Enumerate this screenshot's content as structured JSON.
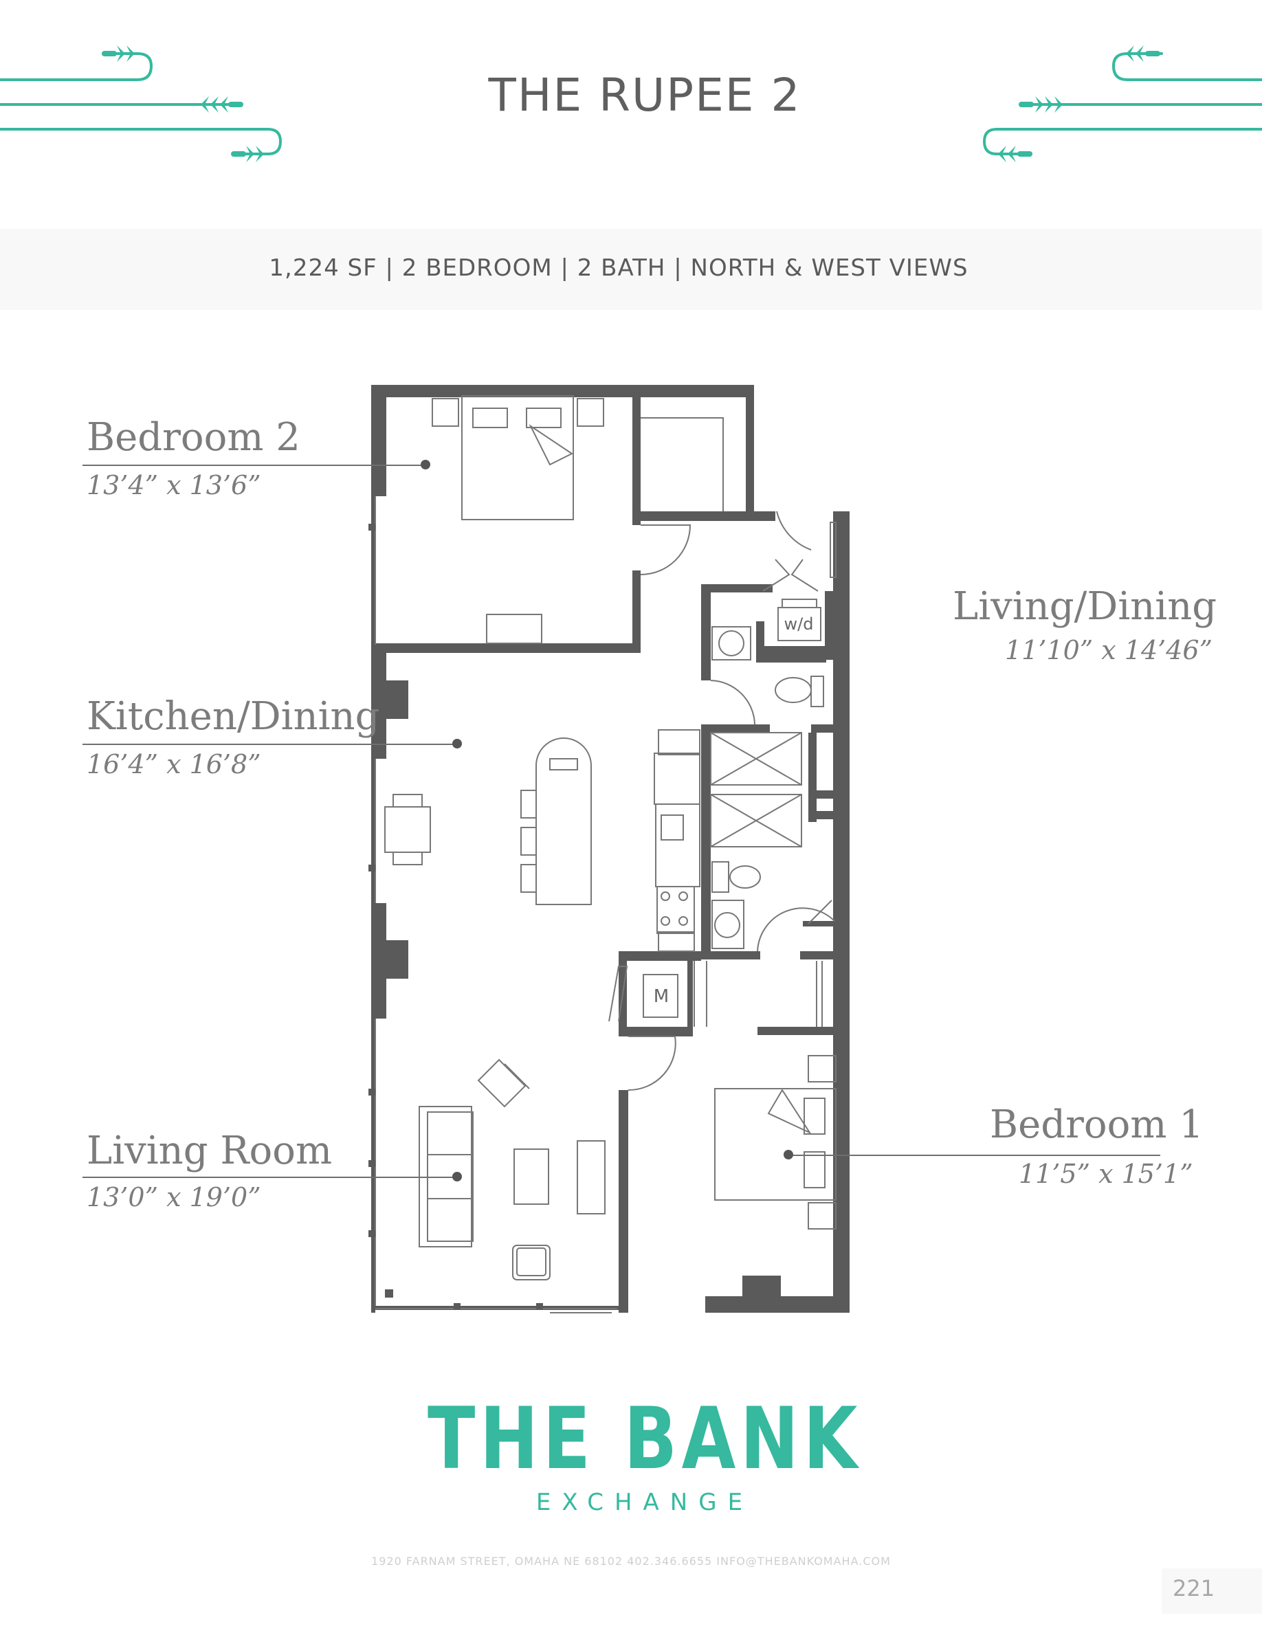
{
  "title": "THE RUPEE 2",
  "specs": "1,224 SF | 2 BEDROOM | 2 BATH | NORTH & WEST VIEWS",
  "rooms": {
    "bedroom2": {
      "name": "Bedroom 2",
      "dims": "13’4” x 13’6”"
    },
    "kitchen": {
      "name": "Kitchen/Dining",
      "dims": "16’4” x 16’8”"
    },
    "living_room": {
      "name": "Living Room",
      "dims": "13’0” x 19’0”"
    },
    "living_dining": {
      "name": "Living/Dining",
      "dims": "11’10” x 14’46”"
    },
    "bedroom1": {
      "name": "Bedroom 1",
      "dims": "11’5” x 15’1”"
    }
  },
  "plan_labels": {
    "washer_dryer": "w/d",
    "mechanical": "M"
  },
  "logo": {
    "main": "THE BANK",
    "sub": "EXCHANGE"
  },
  "footer": "1920 FARNAM STREET, OMAHA NE 68102   402.346.6655   INFO@THEBANKOMAHA.COM",
  "page_number": "221",
  "colors": {
    "accent": "#36b99e",
    "wall": "#5a5a5a",
    "text": "#7c7c7c"
  },
  "icons": [
    "arrow-right-icon",
    "arrow-left-icon"
  ]
}
